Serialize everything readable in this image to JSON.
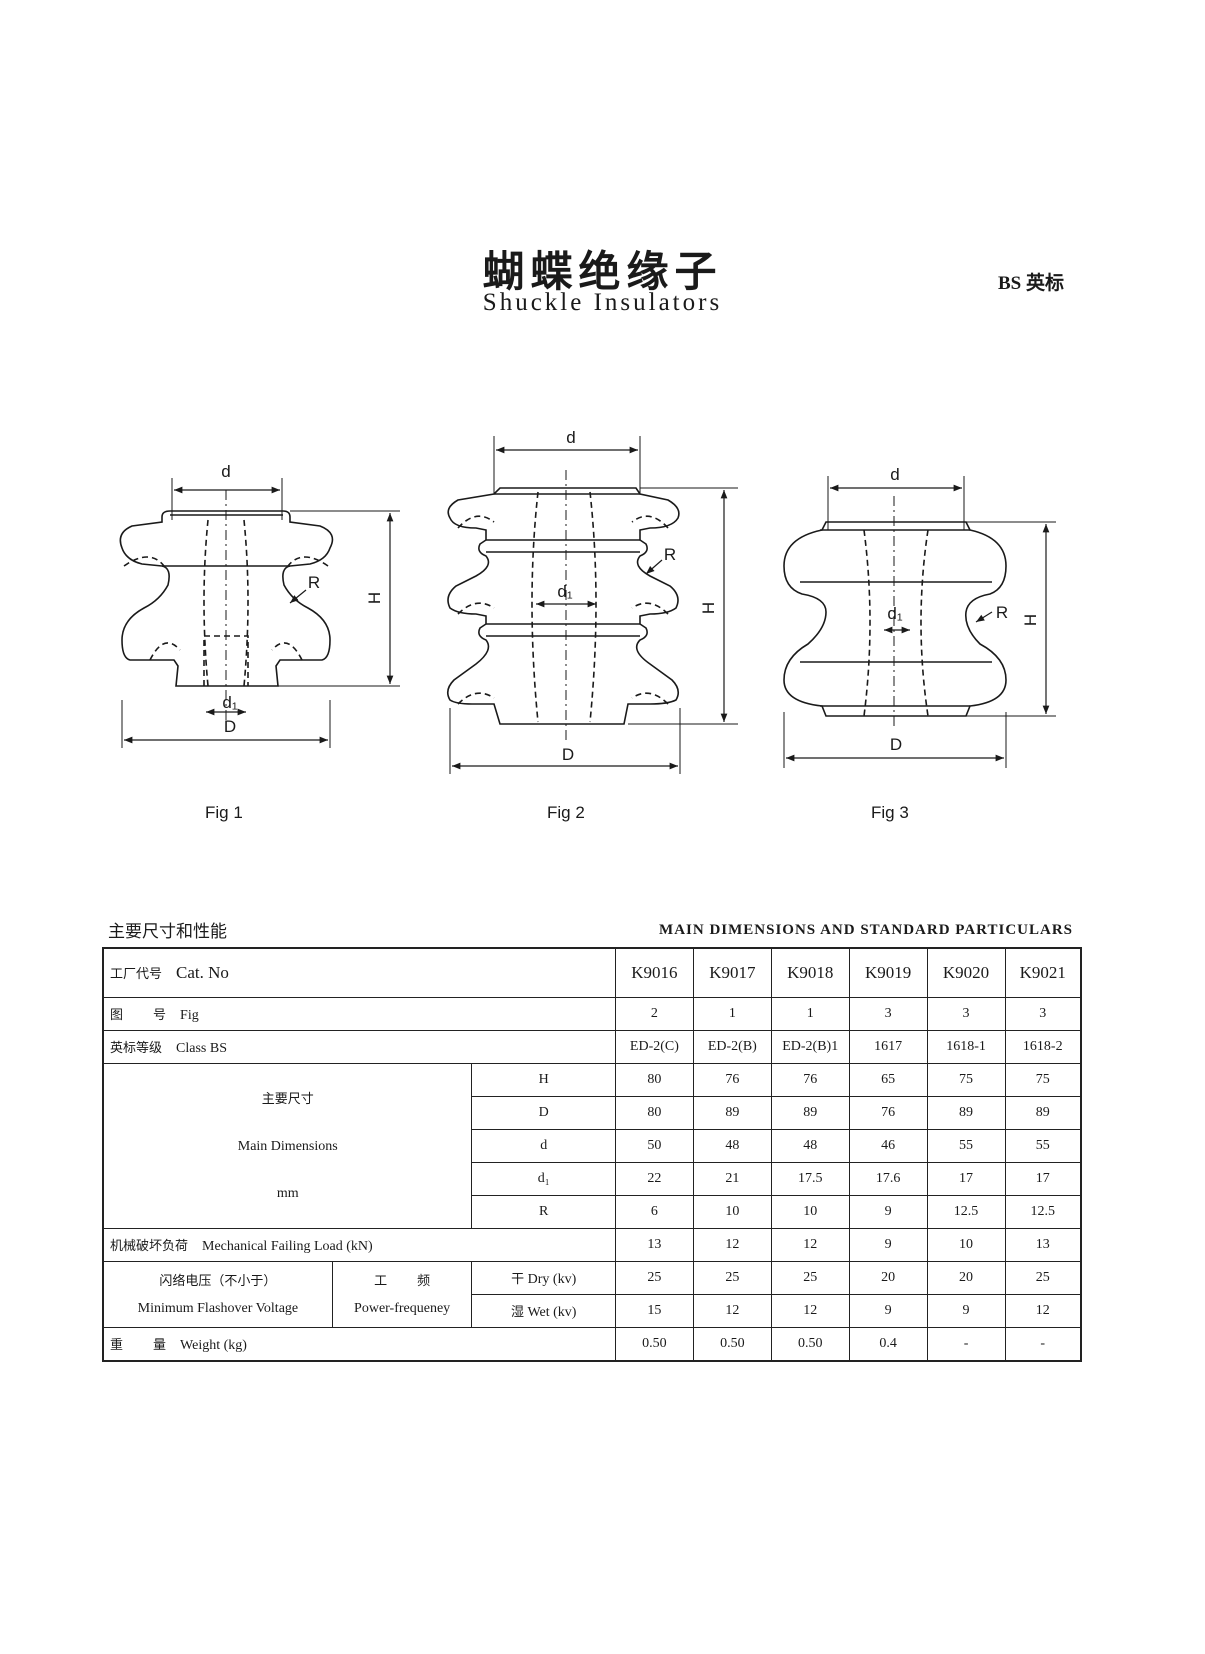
{
  "header": {
    "title_cn": "蝴蝶绝缘子",
    "title_en": "Shuckle Insulators",
    "standard": "BS 英标"
  },
  "figures": {
    "labels": {
      "d": "d",
      "D": "D",
      "H": "H",
      "R": "R",
      "d1": "d₁"
    },
    "captions": [
      "Fig 1",
      "Fig 2",
      "Fig 3"
    ]
  },
  "section": {
    "title_cn": "主要尺寸和性能",
    "title_en": "MAIN DIMENSIONS AND STANDARD PARTICULARS"
  },
  "table": {
    "cat_cn": "工厂代号",
    "cat_en": "Cat. No",
    "models": [
      "K9016",
      "K9017",
      "K9018",
      "K9019",
      "K9020",
      "K9021"
    ],
    "fig_cn_1": "图",
    "fig_cn_2": "号",
    "fig_en": "Fig",
    "figs": [
      "2",
      "1",
      "1",
      "3",
      "3",
      "3"
    ],
    "class_cn": "英标等级",
    "class_en": "Class BS",
    "classes": [
      "ED-2(C)",
      "ED-2(B)",
      "ED-2(B)1",
      "1617",
      "1618-1",
      "1618-2"
    ],
    "dims_cn": "主要尺寸",
    "dims_en": "Main Dimensions",
    "dims_unit": "mm",
    "dims": [
      {
        "label": "H",
        "values": [
          "80",
          "76",
          "76",
          "65",
          "75",
          "75"
        ]
      },
      {
        "label": "D",
        "values": [
          "80",
          "89",
          "89",
          "76",
          "89",
          "89"
        ]
      },
      {
        "label": "d",
        "values": [
          "50",
          "48",
          "48",
          "46",
          "55",
          "55"
        ]
      },
      {
        "label": "d₁",
        "values": [
          "22",
          "21",
          "17.5",
          "17.6",
          "17",
          "17"
        ]
      },
      {
        "label": "R",
        "values": [
          "6",
          "10",
          "10",
          "9",
          "12.5",
          "12.5"
        ]
      }
    ],
    "mfl_cn": "机械破坏负荷",
    "mfl_en": "Mechanical Failing Load",
    "mfl_unit": "(kN)",
    "mfl_values": [
      "13",
      "12",
      "12",
      "9",
      "10",
      "13"
    ],
    "flash_cn": "闪络电压（不小于）",
    "flash_en": "Minimum Flashover Voltage",
    "pf_cn_1": "工",
    "pf_cn_2": "频",
    "pf_en": "Power-frequeney",
    "dry_cn": "干",
    "dry_en": "Dry (kv)",
    "dry_values": [
      "25",
      "25",
      "25",
      "20",
      "20",
      "25"
    ],
    "wet_cn": "湿",
    "wet_en": "Wet (kv)",
    "wet_values": [
      "15",
      "12",
      "12",
      "9",
      "9",
      "12"
    ],
    "weight_cn_1": "重",
    "weight_cn_2": "量",
    "weight_en": "Weight",
    "weight_unit": "(kg)",
    "weight_values": [
      "0.50",
      "0.50",
      "0.50",
      "0.4",
      "-",
      "-"
    ]
  }
}
